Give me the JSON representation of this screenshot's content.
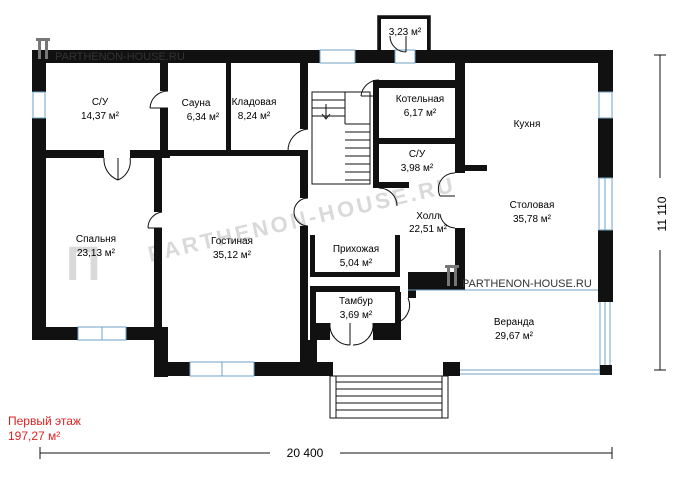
{
  "logo": {
    "text_top": "PARTHENON-HOUSE.RU",
    "text_mid": "PARTHENON-HOUSE.RU"
  },
  "watermark": {
    "text": "PARTHENON-HOUSE.RU"
  },
  "floor": {
    "name": "Первый этаж",
    "area": "197,27 м²"
  },
  "dimensions": {
    "width": "20 400",
    "height": "11 110"
  },
  "rooms": [
    {
      "id": "su1",
      "name": "С/У",
      "area": "14,37 м²"
    },
    {
      "id": "sauna",
      "name": "Сауна",
      "area": "6,34 м²"
    },
    {
      "id": "pantry",
      "name": "Кладовая",
      "area": "8,24 м²"
    },
    {
      "id": "boiler",
      "name": "Котельная",
      "area": "6,17 м²"
    },
    {
      "id": "kitchen",
      "name": "Кухня",
      "area": ""
    },
    {
      "id": "su2",
      "name": "С/У",
      "area": "3,98 м²"
    },
    {
      "id": "dining",
      "name": "Столовая",
      "area": "35,78 м²"
    },
    {
      "id": "bedroom",
      "name": "Спальня",
      "area": "23,13 м²"
    },
    {
      "id": "living",
      "name": "Гостиная",
      "area": "35,12 м²"
    },
    {
      "id": "hall",
      "name": "Холл",
      "area": "22,51 м²"
    },
    {
      "id": "entry",
      "name": "Прихожая",
      "area": "5,04 м²"
    },
    {
      "id": "tambour",
      "name": "Тамбур",
      "area": "3,69 м²"
    },
    {
      "id": "veranda",
      "name": "Веранда",
      "area": "29,67 м²"
    },
    {
      "id": "porch",
      "name": "",
      "area": "3,23 м²"
    }
  ]
}
